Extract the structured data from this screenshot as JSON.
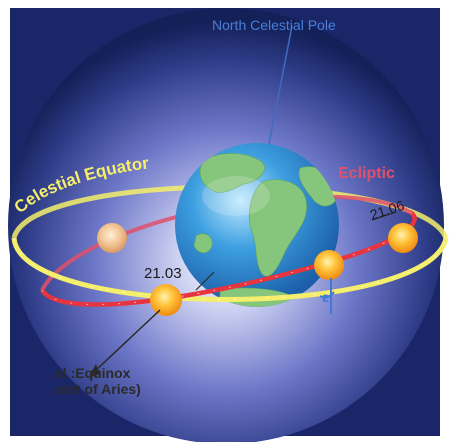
{
  "labels": {
    "north_pole": "North Celestial Pole",
    "celestial_equator": "Celestial Equator",
    "ecliptic": "Ecliptic",
    "date_left": "21.03",
    "date_right": "21.06",
    "epsilon": "ε",
    "equinox_line1": "al :Equinox",
    "equinox_line2": "oint of Aries)"
  },
  "colors": {
    "sphere_outer": "#1c2a6b",
    "sphere_inner": "#7b83cf",
    "equator": "#f4ee6a",
    "ecliptic": "#e83b45",
    "ecliptic_label": "#e0506c",
    "pole_label": "#4a7fd8",
    "sun": "#ffb22a",
    "earth_ocean": "#2f8fd0",
    "earth_land": "#7fc37a"
  }
}
